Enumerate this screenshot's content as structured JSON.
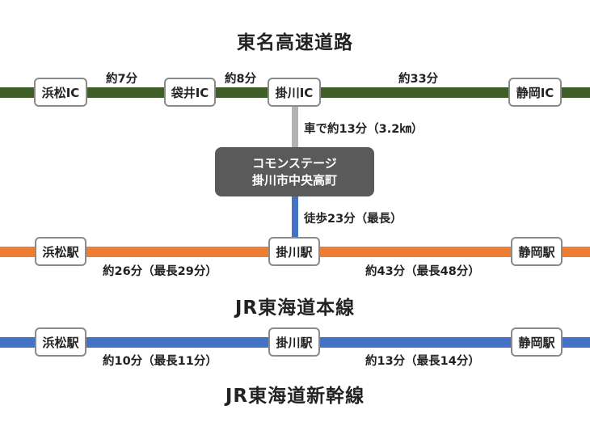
{
  "colors": {
    "expressway": "#3f5e2a",
    "car_link": "#b3b3b3",
    "walk_link": "#4472c4",
    "jr_line": "#ed7d31",
    "shinkansen": "#4472c4",
    "destination": "#5a5a5a"
  },
  "expressway": {
    "title": "東名高速道路",
    "stations": [
      "浜松IC",
      "袋井IC",
      "掛川IC",
      "静岡IC"
    ],
    "segments": [
      "約7分",
      "約8分",
      "約33分"
    ]
  },
  "car_route": "車で約13分（3.2㎞）",
  "destination": {
    "line1": "コモンステージ",
    "line2": "掛川市中央高町"
  },
  "walk_route": "徒歩23分（最長）",
  "jr": {
    "title": "JR東海道本線",
    "stations": [
      "浜松駅",
      "掛川駅",
      "静岡駅"
    ],
    "segments": [
      "約26分（最長29分）",
      "約43分（最長48分）"
    ]
  },
  "shinkansen": {
    "title": "JR東海道新幹線",
    "stations": [
      "浜松駅",
      "掛川駅",
      "静岡駅"
    ],
    "segments": [
      "約10分（最長11分）",
      "約13分（最長14分）"
    ]
  }
}
